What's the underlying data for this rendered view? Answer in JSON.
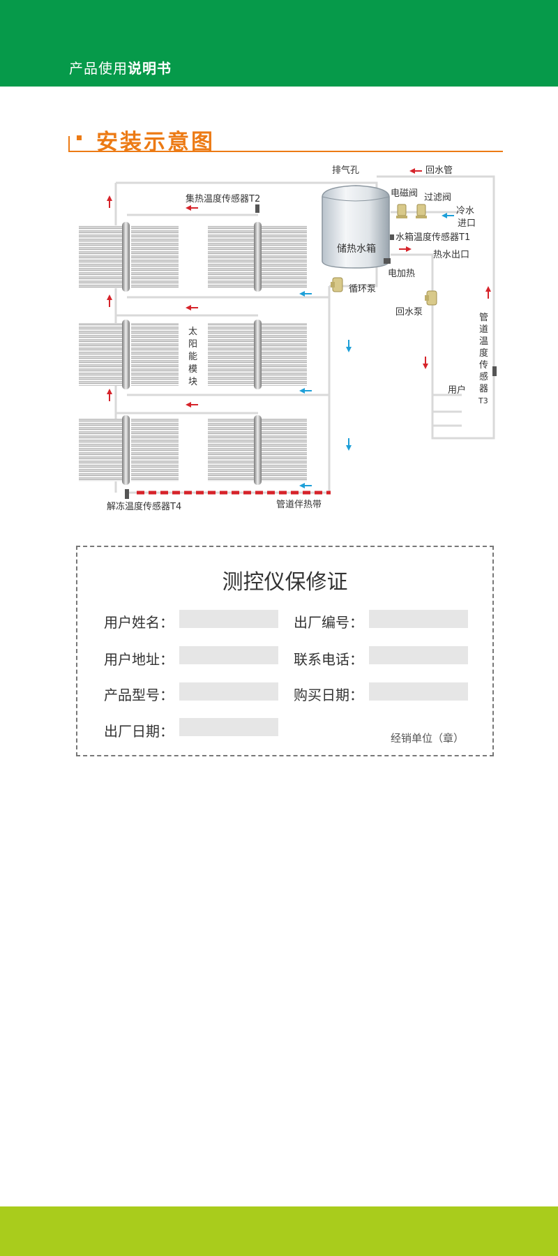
{
  "header": {
    "title_prefix": "产品使用",
    "title_bold": "说明书",
    "color": "#069a4a"
  },
  "footer": {
    "color": "#a9cc1c"
  },
  "section": {
    "title": "安装示意图",
    "accent": "#ec7a14"
  },
  "diagram": {
    "labels": {
      "vent": "排气孔",
      "return_pipe": "回水管",
      "solenoid": "电磁阀",
      "filter": "过滤阀",
      "cold_in_1": "冷水",
      "cold_in_2": "进口",
      "collector_sensor": "集热温度传感器T2",
      "tank": "储热水箱",
      "tank_sensor": "水箱温度传感器T1",
      "hot_out": "热水出口",
      "heater": "电加热",
      "circ_pump": "循环泵",
      "return_pump": "回水泵",
      "solar_module": [
        "太",
        "阳",
        "能",
        "模",
        "块"
      ],
      "pipe_sensor": [
        "管",
        "道",
        "温",
        "度",
        "传",
        "感",
        "器",
        "T3"
      ],
      "user": "用户",
      "antifreeze_sensor": "解冻温度传感器T4",
      "heat_trace": "管道伴热带"
    },
    "colors": {
      "arrow_red": "#d6232a",
      "arrow_blue": "#1d9fd8",
      "pipe": "#d9d9d9",
      "valve": "#d8c98a"
    }
  },
  "warranty_card": {
    "title": "测控仪保修证",
    "fields": {
      "user_name": "用户姓名：",
      "factory_no": "出厂编号：",
      "user_address": "用户地址：",
      "phone": "联系电话：",
      "model": "产品型号：",
      "purchase_date": "购买日期：",
      "factory_date": "出厂日期："
    },
    "stamp": "经销单位（章）"
  }
}
